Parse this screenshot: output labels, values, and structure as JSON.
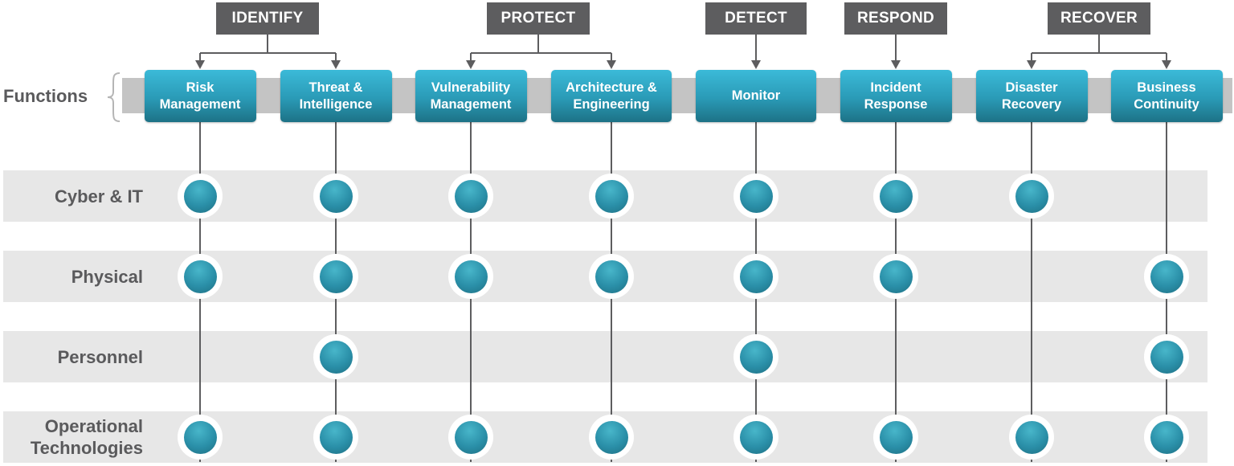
{
  "categories": [
    {
      "id": "identify",
      "label": "IDENTIFY"
    },
    {
      "id": "protect",
      "label": "PROTECT"
    },
    {
      "id": "detect",
      "label": "DETECT"
    },
    {
      "id": "respond",
      "label": "RESPOND"
    },
    {
      "id": "recover",
      "label": "RECOVER"
    }
  ],
  "functions_label": "Functions",
  "functions": [
    {
      "id": "risk-management",
      "label": "Risk\nManagement",
      "category": "identify"
    },
    {
      "id": "threat-intelligence",
      "label": "Threat &\nIntelligence",
      "category": "identify"
    },
    {
      "id": "vulnerability-management",
      "label": "Vulnerability\nManagement",
      "category": "protect"
    },
    {
      "id": "architecture-engineering",
      "label": "Architecture &\nEngineering",
      "category": "protect"
    },
    {
      "id": "monitor",
      "label": "Monitor",
      "category": "detect"
    },
    {
      "id": "incident-response",
      "label": "Incident\nResponse",
      "category": "respond"
    },
    {
      "id": "disaster-recovery",
      "label": "Disaster\nRecovery",
      "category": "recover"
    },
    {
      "id": "business-continuity",
      "label": "Business\nContinuity",
      "category": "recover"
    }
  ],
  "domains": [
    {
      "id": "cyber-it",
      "label": "Cyber & IT",
      "applies": [
        true,
        true,
        true,
        true,
        true,
        true,
        true,
        false
      ]
    },
    {
      "id": "physical",
      "label": "Physical",
      "applies": [
        true,
        true,
        true,
        true,
        true,
        true,
        false,
        true
      ]
    },
    {
      "id": "personnel",
      "label": "Personnel",
      "applies": [
        false,
        true,
        false,
        false,
        true,
        false,
        false,
        true
      ]
    },
    {
      "id": "operational-technologies",
      "label": "Operational\nTechnologies",
      "applies": [
        true,
        true,
        true,
        true,
        true,
        true,
        true,
        true
      ]
    }
  ],
  "colors": {
    "category_bg": "#5d5d5f",
    "function_accent": "#2a9ab6",
    "band_gray": "#c4c4c4",
    "row_band": "#e7e7e7",
    "label_text": "#5a5a5c",
    "connector": "#5d5d5f"
  }
}
